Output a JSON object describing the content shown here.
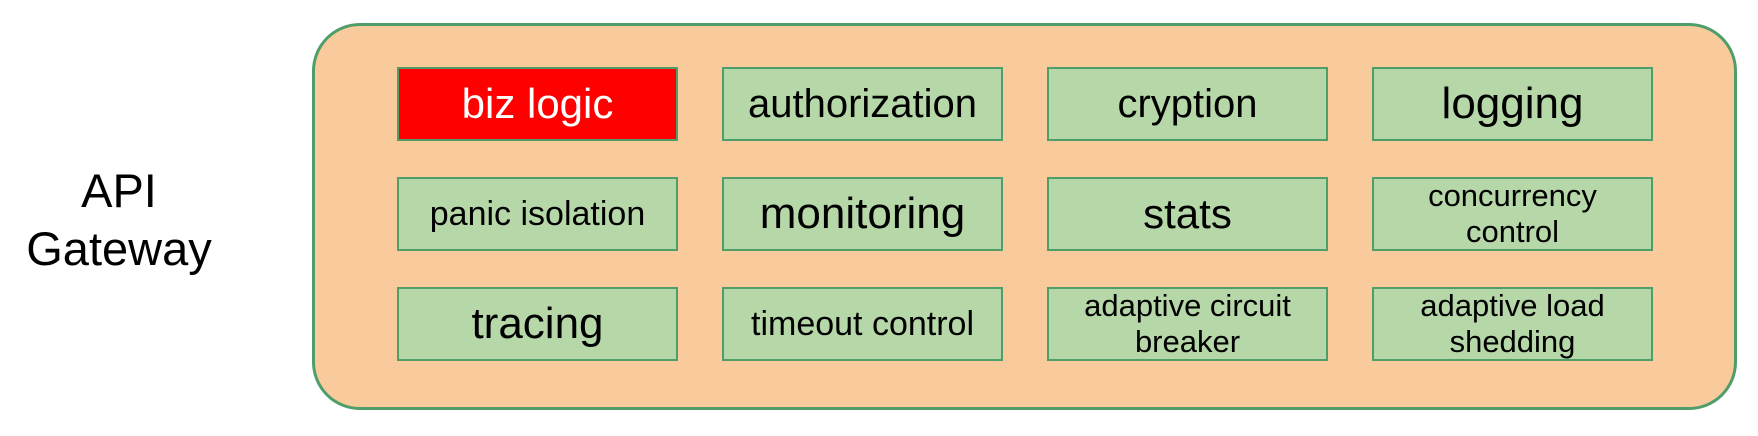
{
  "diagram": {
    "title": "API Gateway",
    "modules": [
      {
        "label": "biz logic",
        "highlighted": true
      },
      {
        "label": "authorization",
        "highlighted": false
      },
      {
        "label": "cryption",
        "highlighted": false
      },
      {
        "label": "logging",
        "highlighted": false
      },
      {
        "label": "panic isolation",
        "highlighted": false
      },
      {
        "label": "monitoring",
        "highlighted": false
      },
      {
        "label": "stats",
        "highlighted": false
      },
      {
        "label": "concurrency control",
        "highlighted": false
      },
      {
        "label": "tracing",
        "highlighted": false
      },
      {
        "label": "timeout control",
        "highlighted": false
      },
      {
        "label": "adaptive circuit breaker",
        "highlighted": false
      },
      {
        "label": "adaptive load shedding",
        "highlighted": false
      }
    ]
  },
  "colors": {
    "container-fill": "#F9CB9C",
    "container-border": "#4F9D69",
    "module-fill": "#B6D7A8",
    "module-border": "#4F9D69",
    "highlight-fill": "#FF0000",
    "highlight-text": "#FFFFFF",
    "text": "#000000",
    "canvas": "#FFFFFF"
  }
}
